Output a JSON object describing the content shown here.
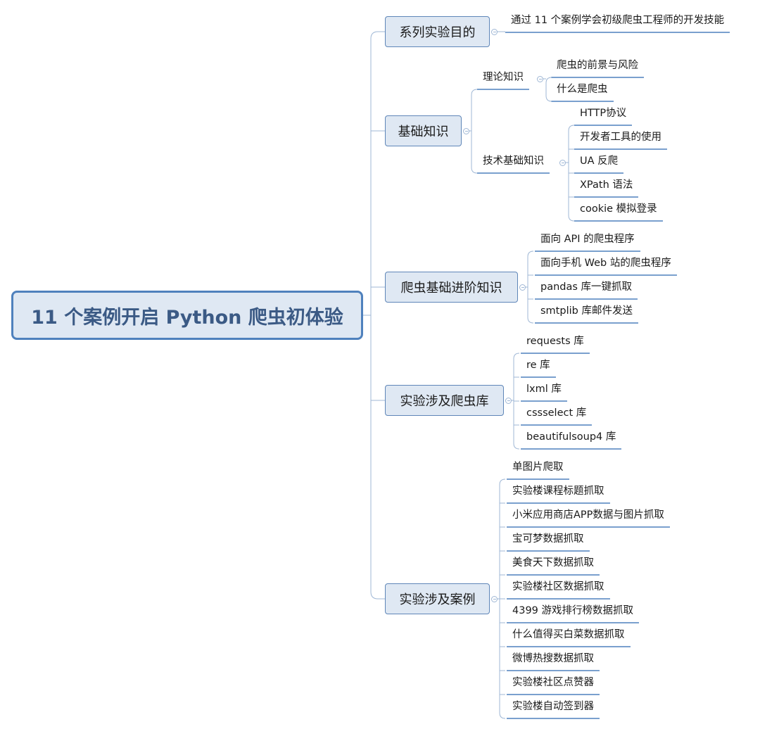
{
  "root": {
    "label": "11 个案例开启 Python 爬虫初体验"
  },
  "branches": [
    {
      "label": "系列实验目的",
      "children": [
        {
          "label": "通过 11 个案例学会初级爬虫工程师的开发技能"
        }
      ]
    },
    {
      "label": "基础知识",
      "children": [
        {
          "label": "理论知识",
          "children": [
            {
              "label": "爬虫的前景与风险"
            },
            {
              "label": "什么是爬虫"
            }
          ]
        },
        {
          "label": "技术基础知识",
          "children": [
            {
              "label": "HTTP协议"
            },
            {
              "label": "开发者工具的使用"
            },
            {
              "label": "UA 反爬"
            },
            {
              "label": "XPath 语法"
            },
            {
              "label": "cookie 模拟登录"
            }
          ]
        }
      ]
    },
    {
      "label": "爬虫基础进阶知识",
      "children": [
        {
          "label": "面向 API 的爬虫程序"
        },
        {
          "label": "面向手机 Web 站的爬虫程序"
        },
        {
          "label": "pandas 库一键抓取"
        },
        {
          "label": "smtplib  库邮件发送"
        }
      ]
    },
    {
      "label": "实验涉及爬虫库",
      "children": [
        {
          "label": "requests 库"
        },
        {
          "label": "re 库"
        },
        {
          "label": "lxml 库"
        },
        {
          "label": "cssselect 库"
        },
        {
          "label": "beautifulsoup4 库"
        }
      ]
    },
    {
      "label": "实验涉及案例",
      "children": [
        {
          "label": "单图片爬取"
        },
        {
          "label": "实验楼课程标题抓取"
        },
        {
          "label": "小米应用商店APP数据与图片抓取"
        },
        {
          "label": "宝可梦数据抓取"
        },
        {
          "label": "美食天下数据抓取"
        },
        {
          "label": "实验楼社区数据抓取"
        },
        {
          "label": "4399 游戏排行榜数据抓取"
        },
        {
          "label": "什么值得买白菜数据抓取"
        },
        {
          "label": "微博热搜数据抓取"
        },
        {
          "label": "实验楼社区点赞器"
        },
        {
          "label": "实验楼自动签到器"
        }
      ]
    }
  ],
  "colors": {
    "connector": "#9fb7d5",
    "underline": "#4f81bd",
    "root_border": "#4f81bd",
    "node_fill": "#dfe8f3",
    "root_text": "#3b5a85"
  }
}
